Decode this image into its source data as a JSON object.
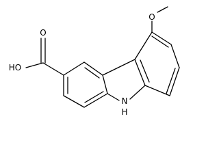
{
  "molecule": {
    "atom_labels": {
      "methoxy_oxygen": "O",
      "hydroxyl": "HO",
      "carbonyl_oxygen": "O",
      "ring_nitrogen": "N",
      "nitrogen_hydrogen": "H"
    }
  }
}
